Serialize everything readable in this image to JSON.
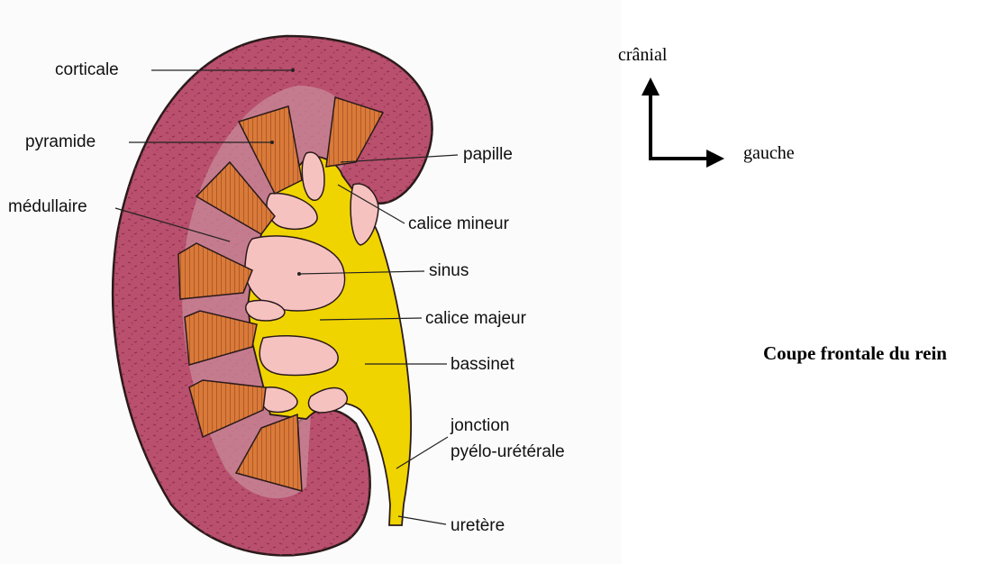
{
  "labels": {
    "corticale": "corticale",
    "pyramide": "pyramide",
    "medullaire": "médullaire",
    "papille": "papille",
    "calice_mineur": "calice mineur",
    "sinus": "sinus",
    "calice_majeur": "calice majeur",
    "bassinet": "bassinet",
    "jonction_line1": "jonction",
    "jonction_line2": "pyélo-urétérale",
    "uretere": "uretère"
  },
  "orientation": {
    "up_label": "crânial",
    "right_label": "gauche"
  },
  "caption": "Coupe frontale du rein",
  "colors": {
    "cortex": "#b8506e",
    "medulla": "#c98a9a",
    "pyramid": "#d97a3a",
    "pelvis": "#f0d400",
    "sinus_fat": "#f6c2c0",
    "outline": "#2a1a1a"
  }
}
